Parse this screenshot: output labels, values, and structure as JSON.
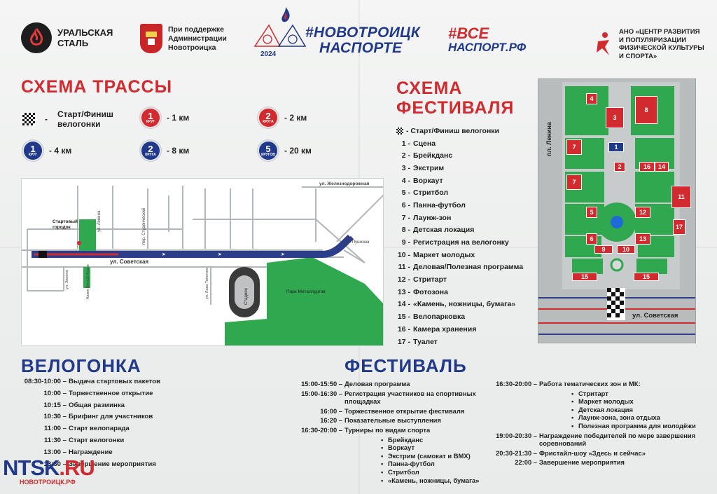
{
  "header": {
    "ural_steel": "УРАЛЬСКАЯ\nСТАЛЬ",
    "administration": "При поддержке\nАдминистрации\nНовотроицка",
    "festival_hashtag_line1": "#НОВОТРОИЦК",
    "festival_hashtag_line2": "НАСПОРТЕ",
    "year": "2024",
    "vsenasport_line1": "#ВСЕ",
    "vsenasport_line2": "НАСПОРТ.РФ",
    "ano": "АНО «ЦЕНТР РАЗВИТИЯ\nИ ПОПУЛЯРИЗАЦИИ\nФИЗИЧЕСКОЙ КУЛЬТУРЫ\nИ СПОРТА»"
  },
  "route_scheme": {
    "title": "СХЕМА ТРАССЫ",
    "legend": [
      {
        "icon": "checkered-flag-icon",
        "label": "Старт/Финиш\nвелогонки",
        "dash": "-"
      },
      {
        "icon": "circle-badge-icon",
        "color": "#d12b2f",
        "num": "1",
        "sub": "КРУГ",
        "label": "- 1 км"
      },
      {
        "icon": "circle-badge-icon",
        "color": "#d12b2f",
        "num": "2",
        "sub": "КРУГА",
        "label": "- 2 км"
      },
      {
        "icon": "circle-badge-icon",
        "color": "#21398a",
        "num": "1",
        "sub": "КРУГ",
        "label": "- 4 км"
      },
      {
        "icon": "circle-badge-icon",
        "color": "#21398a",
        "num": "2",
        "sub": "КРУГА",
        "label": "- 8 км"
      },
      {
        "icon": "circle-badge-icon",
        "color": "#21398a",
        "num": "5",
        "sub": "КРУГОВ",
        "label": "- 20 км"
      }
    ],
    "map_labels": {
      "street_rail": "ул. Железнодорожная",
      "start_town": "Стартовый\nгородок",
      "lenina": "ул. Ленина",
      "studencheskiy": "пер. Студенческий",
      "pushkina": "ул. Пушкина",
      "sovetskaya": "ул. Советская",
      "zinina": "ул. Зинина",
      "alley": "Аллея Вечной Жизни",
      "lva_tolstogo": "ул. Льва Толстого",
      "stadium": "Стадион",
      "park": "Парк Металлургов"
    }
  },
  "festival_scheme": {
    "title_line1": "СХЕМА",
    "title_line2": "ФЕСТИВАЛЯ",
    "start_finish": "- Старт/Финиш велогонки",
    "items": [
      {
        "num": "1 -",
        "label": "Сцена"
      },
      {
        "num": "2 -",
        "label": "Брейкданс"
      },
      {
        "num": "3 -",
        "label": "Экстрим"
      },
      {
        "num": "4 -",
        "label": "Воркаут"
      },
      {
        "num": "5 -",
        "label": "Стритбол"
      },
      {
        "num": "6 -",
        "label": "Панна-футбол"
      },
      {
        "num": "7 -",
        "label": "Лаунж-зон"
      },
      {
        "num": "8 -",
        "label": "Детская локация"
      },
      {
        "num": "9 -",
        "label": "Регистрация на велогонку"
      },
      {
        "num": "10 -",
        "label": "Маркет молодых"
      },
      {
        "num": "11 -",
        "label": "Деловая/Полезная программа"
      },
      {
        "num": "12 -",
        "label": "Стритарт"
      },
      {
        "num": "13 -",
        "label": "Фотозона"
      },
      {
        "num": "14 -",
        "label": "«Камень, ножницы, бумага»"
      },
      {
        "num": "15 -",
        "label": "Велопарковка"
      },
      {
        "num": "16 -",
        "label": "Камера хранения"
      },
      {
        "num": "17 -",
        "label": "Туалет"
      }
    ],
    "map_labels": {
      "lenina_square": "пл. Ленина",
      "sovetskaya": "ул. Советская"
    },
    "map_numbers": [
      "1",
      "2",
      "3",
      "4",
      "5",
      "6",
      "7",
      "7",
      "8",
      "9",
      "10",
      "11",
      "12",
      "13",
      "14",
      "15",
      "15",
      "16",
      "17"
    ]
  },
  "velogonka": {
    "title": "ВЕЛОГОНКА",
    "rows": [
      {
        "time": "08:30-10:00 –",
        "desc": "Выдача стартовых пакетов"
      },
      {
        "time": "10:00 –",
        "desc": "Торжественное открытие"
      },
      {
        "time": "10:15 –",
        "desc": "Общая разминка"
      },
      {
        "time": "10:30 –",
        "desc": "Брифинг для участников"
      },
      {
        "time": "11:00 –",
        "desc": "Старт велопарада"
      },
      {
        "time": "11:30 –",
        "desc": "Старт велогонки"
      },
      {
        "time": "13:00 –",
        "desc": "Награждение"
      },
      {
        "time": "13:30 –",
        "desc": "Завершение мероприятия"
      }
    ]
  },
  "festival": {
    "title": "ФЕСТИВАЛЬ",
    "col1": [
      {
        "time": "15:00-15:50 –",
        "desc": "Деловая программа"
      },
      {
        "time": "15:00-16:30 –",
        "desc": "Регистрация участников на спортивных площадках"
      },
      {
        "time": "16:00 –",
        "desc": "Торжественное открытие фестиваля"
      },
      {
        "time": "16:20 –",
        "desc": "Показательные выступления"
      },
      {
        "time": "16:30-20:00 –",
        "desc": "Турниры по видам спорта"
      }
    ],
    "col1_bullets": [
      "Брейкданс",
      "Воркаут",
      "Экстрим (самокат и BMX)",
      "Панна-футбол",
      "Стритбол",
      "«Камень, ножницы, бумага»"
    ],
    "col2_head": {
      "time": "16:30-20:00 –",
      "desc": "Работа тематических зон и МК:"
    },
    "col2_bullets": [
      "Стритарт",
      "Маркет молодых",
      "Детская локация",
      "Лаунж-зона, зона отдыха",
      "Полезная программа для молодёжи"
    ],
    "col2": [
      {
        "time": "19:00-20:30 –",
        "desc": "Награждение победителей по мере завершения соревнований"
      },
      {
        "time": "20:30-21:30 –",
        "desc": "Фристайл-шоу «Здесь и сейчас»"
      },
      {
        "time": "22:00 –",
        "desc": "Завершение мероприятия"
      }
    ]
  },
  "watermark": {
    "main_a": "NTSK",
    "main_b": ".RU",
    "sub": "НОВОТРОИЦК.РФ"
  },
  "colors": {
    "red": "#d12b2f",
    "blue": "#21398a",
    "green": "#2fa84f",
    "route_blue": "#2c3e8a"
  }
}
